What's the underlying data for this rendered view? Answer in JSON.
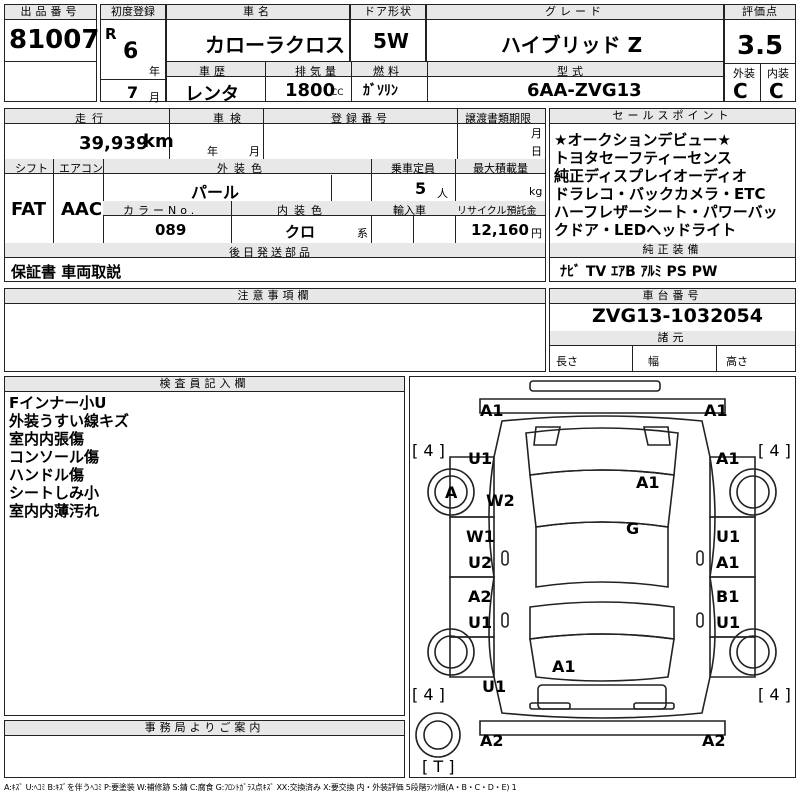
{
  "header": {
    "lot_label": "出品番号",
    "lot_no": "81007",
    "first_reg_label": "初度登録",
    "era": "R",
    "year": "6",
    "year_unit": "年",
    "month": "7",
    "month_unit": "月",
    "car_name_label": "車名",
    "car_name": "カローラクロス",
    "door_label": "ドア形状",
    "door": "5W",
    "grade_label": "グレード",
    "grade": "ハイブリッド Z",
    "score_label": "評価点",
    "score": "3.5",
    "history_label": "車歴",
    "history": "レンタ",
    "displacement_label": "排気量",
    "displacement": "1800",
    "cc": "CC",
    "fuel_label": "燃料",
    "fuel": "ｶﾞｿﾘﾝ",
    "model_label": "型式",
    "model": "6AA-ZVG13",
    "ext_label": "外装",
    "ext": "C",
    "int_label": "内装",
    "int": "C"
  },
  "row2": {
    "mileage_label": "走行",
    "mileage": "39,939",
    "km": "km",
    "inspection_label": "車検",
    "year_unit": "年",
    "month_unit": "月",
    "reg_label": "登録番号",
    "transfer_label": "譲渡書類期限",
    "day_unit": "日",
    "month_unit2": "月",
    "shift_label": "シフト",
    "shift": "FAT",
    "ac_label": "エアコン",
    "ac": "AAC",
    "color_label": "外装色",
    "color": "パール",
    "capacity_label": "乗車定員",
    "capacity": "5",
    "capacity_unit": "人",
    "load_label": "最大積載量",
    "load_unit": "kg",
    "color_no_label": "カラーNo.",
    "color_no": "089",
    "int_color_label": "内装色",
    "int_color": "クロ",
    "int_color_unit": "系",
    "import_label": "輸入車",
    "recycle_label": "リサイクル預託金",
    "recycle": "12,160",
    "yen": "円",
    "later_label": "後日発送部品",
    "later": "保証書 車両取説"
  },
  "sales": {
    "label": "セールスポイント",
    "lines": [
      "★オークションデビュー★",
      "トヨタセーフティーセンス",
      "純正ディスプレイオーディオ",
      "ドラレコ・バックカメラ・ETC",
      "ハーフレザーシート・パワーバッ",
      "クドア・LEDヘッドライト"
    ],
    "equip_label": "純正装備",
    "equip": "ﾅﾋﾞ TV ｴｱB ｱﾙﾐ PS PW"
  },
  "notes": {
    "label": "注意事項欄"
  },
  "chassis": {
    "label": "車台番号",
    "number": "ZVG13-1032054",
    "dims_label": "諸元",
    "length": "長さ",
    "width": "幅",
    "height": "高さ"
  },
  "inspector": {
    "label": "検査員記入欄",
    "lines": [
      "Fインナー小U",
      "外装うすい線キズ",
      "室内内張傷",
      "コンソール傷",
      "ハンドル傷",
      "シートしみ小",
      "室内内薄汚れ"
    ]
  },
  "office": {
    "label": "事務局よりご案内"
  },
  "diagram": {
    "marks": {
      "a1_tl": "A1",
      "a1_tr": "A1",
      "u1_fl": "U1",
      "a1_fr": "A1",
      "a_wheel": "A",
      "w2": "W2",
      "a1_hood": "A1",
      "g_roof": "G",
      "w1": "W1",
      "u2": "U2",
      "u1_rd": "U1",
      "a1_rd": "A1",
      "a2_l": "A2",
      "u1_lr": "U1",
      "b1": "B1",
      "u1_rr": "U1",
      "a1_trunk": "A1",
      "u1_rear": "U1",
      "a2_bl": "A2",
      "a2_br": "A2",
      "t4_tl": "[ 4 ]",
      "t4_tr": "[ 4 ]",
      "t4_bl": "[ 4 ]",
      "t4_br": "[ 4 ]",
      "t_spare": "[ T ]"
    }
  },
  "legend": "A:ｷｽﾞ U:ﾍｺﾐ B:ｷｽﾞを伴うﾍｺﾐ P:要塗装 W:補修跡 S:錆 C:腐食 G:ﾌﾛﾝﾄｶﾞﾗｽ点ｷｽﾞ XX:交換済み X:要交換 内・外装評価 5段階ﾗﾝｸ順(A・B・C・D・E) 1"
}
